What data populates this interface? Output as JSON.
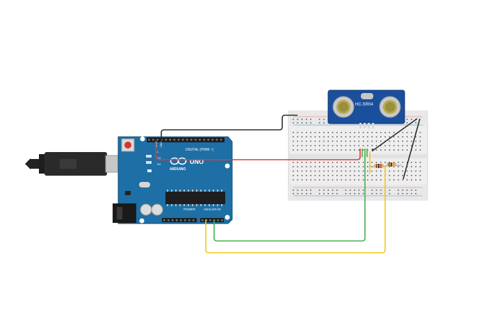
{
  "arduino": {
    "brand": "ARDUINO",
    "model": "UNO",
    "digital_label": "DIGITAL (PWM ~)",
    "power_label": "POWER",
    "analog_label": "ANALOG IN",
    "aref": "AREF",
    "gnd": "GND",
    "tx": "TX",
    "rx": "RX",
    "l_led": "L"
  },
  "sensor": {
    "model": "HC-SR04"
  },
  "colors": {
    "board": "#1d6fa5",
    "sensor_pcb": "#1a4f9c",
    "wire_red": "#e53935",
    "wire_black": "#2b2b2b",
    "wire_green": "#43b04a",
    "wire_yellow": "#f2c811",
    "breadboard": "#eeeeee"
  }
}
